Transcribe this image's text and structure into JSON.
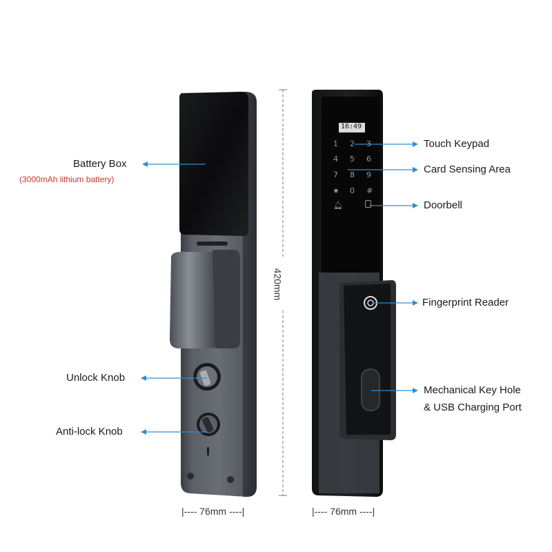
{
  "labels": {
    "battery_box": "Battery Box",
    "battery_note": "(3000mAh lithium battery)",
    "unlock_knob": "Unlock Knob",
    "antilock_knob": "Anti-lock Knob",
    "touch_keypad": "Touch Keypad",
    "card_area": "Card Sensing Area",
    "doorbell": "Doorbell",
    "fingerprint": "Fingerprint Reader",
    "keyhole_line1": "Mechanical Key Hole",
    "keyhole_line2": "& USB Charging Port"
  },
  "dimensions": {
    "height": "420mm",
    "width_back": "|---- 76mm ----|",
    "width_front": "|---- 76mm ----|"
  },
  "screen": {
    "time": "16:49"
  },
  "keypad": {
    "k1": "1",
    "k2": "2",
    "k3": "3",
    "k4": "4",
    "k5": "5",
    "k6": "6",
    "k7": "7",
    "k8": "8",
    "k9": "9",
    "kstar": "★",
    "k0": "0",
    "khash": "#"
  },
  "colors": {
    "arrow": "#2a8fd6",
    "note": "#c0392b"
  }
}
